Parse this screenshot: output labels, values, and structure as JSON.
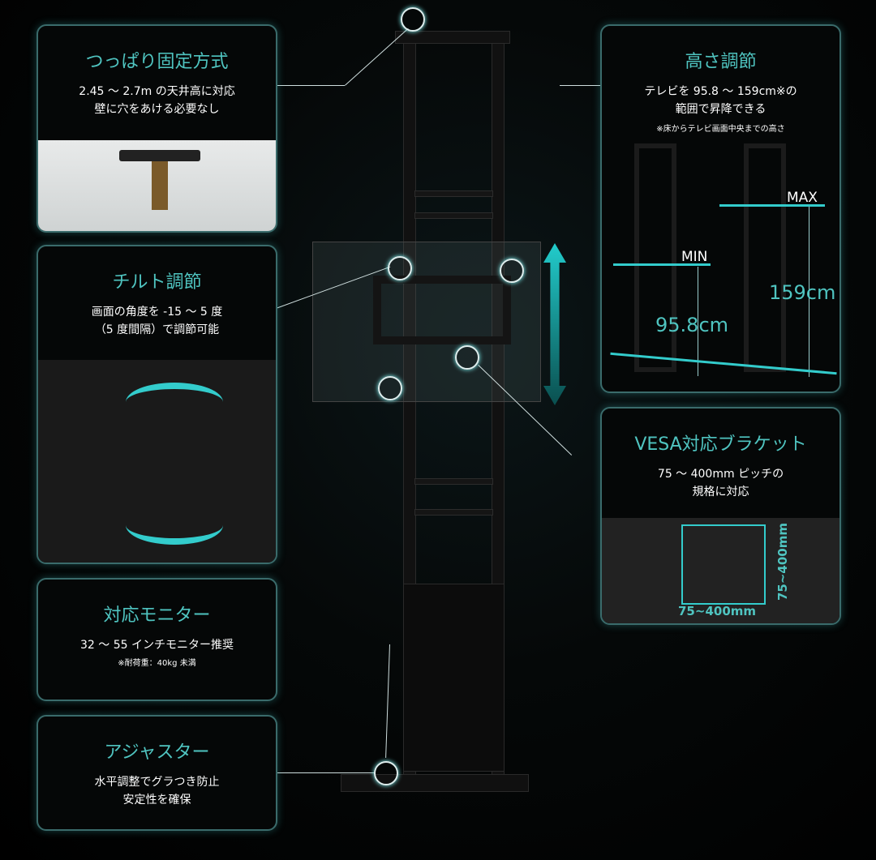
{
  "panels": {
    "tension": {
      "title": "つっぱり固定方式",
      "lines": [
        "2.45 〜 2.7m の天井高に対応",
        "壁に穴をあける必要なし"
      ]
    },
    "tilt": {
      "title": "チルト調節",
      "lines": [
        "画面の角度を -15 〜 5 度",
        "（5 度間隔）で調節可能"
      ]
    },
    "monitor": {
      "title": "対応モニター",
      "lines": [
        "32 〜 55 インチモニター推奨"
      ],
      "note": "※耐荷重：40kg 未満"
    },
    "adjuster": {
      "title": "アジャスター",
      "lines": [
        "水平調整でグラつき防止",
        "安定性を確保"
      ]
    },
    "height": {
      "title": "高さ調節",
      "lines": [
        "テレビを 95.8 〜 159cm※の",
        "範囲で昇降できる"
      ],
      "note": "※床からテレビ画面中央までの高さ",
      "min_label": "MIN",
      "max_label": "MAX",
      "min_value": "95.8cm",
      "max_value": "159cm"
    },
    "vesa": {
      "title": "VESA対応ブラケット",
      "lines": [
        "75 〜 400mm ピッチの",
        "規格に対応"
      ],
      "h_label": "75~400mm",
      "v_label": "75~400mm"
    }
  },
  "colors": {
    "accent": "#4fc4c0",
    "border": "#3a6b6b"
  }
}
